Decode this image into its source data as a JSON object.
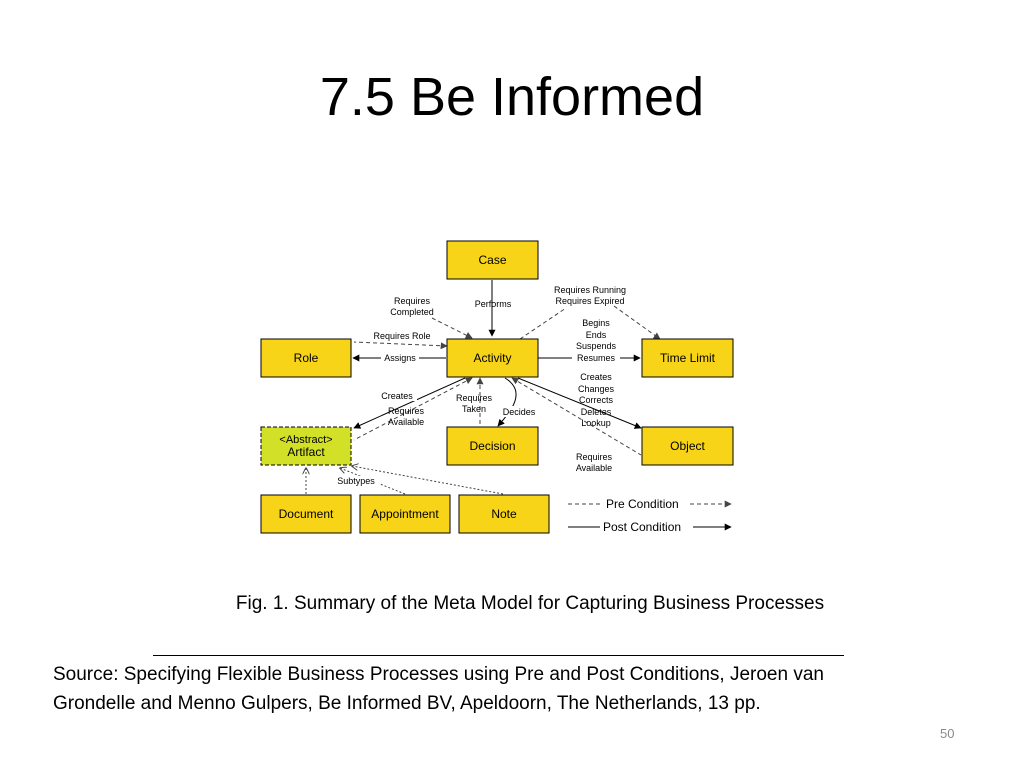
{
  "slide": {
    "title": "7.5 Be Informed",
    "caption": "Fig. 1. Summary of the Meta Model for Capturing Business Processes",
    "source_line1": "Source: Specifying Flexible Business Processes using Pre and Post Conditions, Jeroen van",
    "source_line2": "Grondelle and Menno Gulpers, Be Informed BV, Apeldoorn, The Netherlands, 13 pp.",
    "page_number": "50"
  },
  "diagram": {
    "colors": {
      "box_fill": "#f7d417",
      "abstract_fill": "#d2e028",
      "line": "#000000",
      "pre_line": "#555555"
    },
    "nodes": {
      "case": "Case",
      "activity": "Activity",
      "role": "Role",
      "time_limit": "Time Limit",
      "artifact_line1": "<Abstract>",
      "artifact_line2": "Artifact",
      "decision": "Decision",
      "object": "Object",
      "document": "Document",
      "appointment": "Appointment",
      "note": "Note"
    },
    "edge_labels": {
      "performs": "Performs",
      "requires_completed_1": "Requires",
      "requires_completed_2": "Completed",
      "requires_role": "Requires Role",
      "assigns": "Assigns",
      "requires_running": "Requires Running",
      "requires_expired": "Requires Expired",
      "begins": "Begins",
      "ends": "Ends",
      "suspends": "Suspends",
      "resumes": "Resumes",
      "creates_artifact": "Creates",
      "requires_available_1": "Requires",
      "requires_available_2": "Available",
      "requires_taken_1": "Requires",
      "requires_taken_2": "Taken",
      "decides": "Decides",
      "creates_object": "Creates",
      "changes": "Changes",
      "corrects": "Corrects",
      "deletes": "Deletes",
      "lookup": "Lookup",
      "object_requires_1": "Requires",
      "object_requires_2": "Available",
      "subtypes": "Subtypes"
    },
    "legend": {
      "pre_condition": "Pre Condition",
      "post_condition": "Post Condition"
    }
  }
}
